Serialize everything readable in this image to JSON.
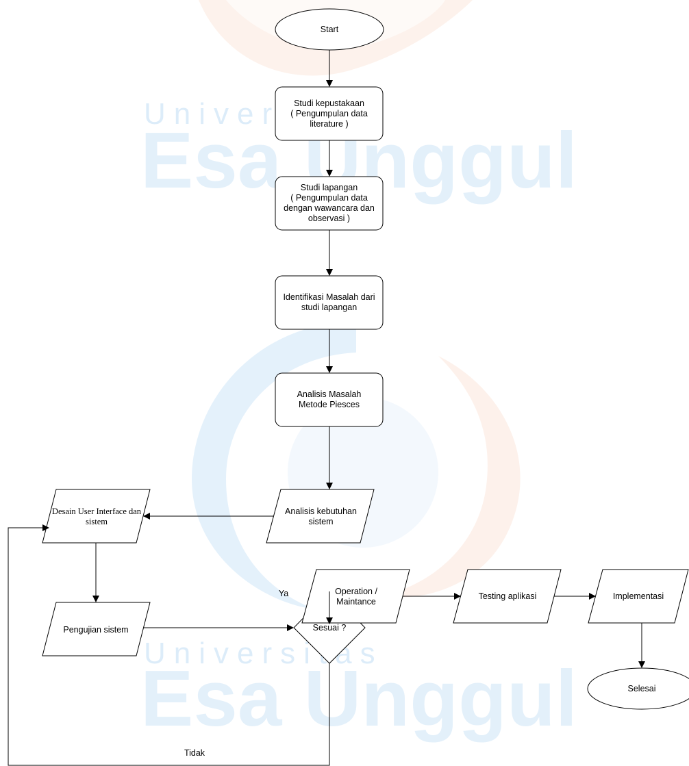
{
  "watermark": {
    "line_small": "Universitas",
    "line_big": "Esa Unggul"
  },
  "nodes": {
    "start": "Start",
    "studi_kepustakaan": "Studi kepustakaan\n( Pengumpulan data literature )",
    "studi_lapangan": "Studi lapangan\n( Pengumpulan data dengan wawancara dan observasi )",
    "identifikasi": "Identifikasi Masalah dari studi lapangan",
    "analisis_masalah": "Analisis Masalah Metode Piesces",
    "analisis_kebutuhan": "Analisis kebutuhan sistem",
    "desain": "Desain User Interface dan sistem",
    "pengujian": "Pengujian sistem",
    "sesuai": "Sesuai ?",
    "operation": "Operation / Maintance",
    "testing": "Testing aplikasi",
    "implementasi": "Implementasi",
    "selesai": "Selesai"
  },
  "edges": {
    "ya": "Ya",
    "tidak": "Tidak"
  },
  "colors": {
    "watermark_blue": "#2f8fe0",
    "watermark_orange": "#f2a07a",
    "stroke": "#000000"
  }
}
